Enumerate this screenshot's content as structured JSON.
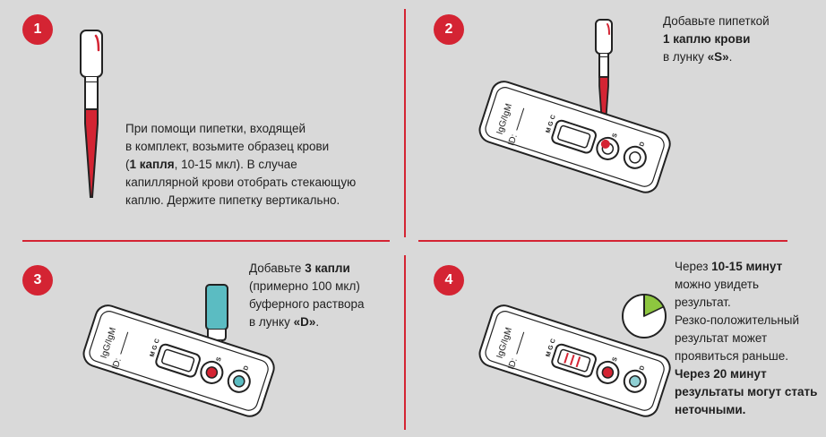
{
  "accent_color": "#d42433",
  "steps": [
    {
      "number": "1",
      "lines": [
        [
          {
            "t": "При помощи пипетки, входящей",
            "b": false
          }
        ],
        [
          {
            "t": "в комплект, возьмите образец крови",
            "b": false
          }
        ],
        [
          {
            "t": "(",
            "b": false
          },
          {
            "t": "1 капля",
            "b": true
          },
          {
            "t": ", 10-15 мкл). В случае",
            "b": false
          }
        ],
        [
          {
            "t": "капиллярной крови отобрать стекающую",
            "b": false
          }
        ],
        [
          {
            "t": "каплю. Держите пипетку вертикально.",
            "b": false
          }
        ]
      ]
    },
    {
      "number": "2",
      "lines": [
        [
          {
            "t": "Добавьте пипеткой",
            "b": false
          }
        ],
        [
          {
            "t": "1 каплю крови",
            "b": true
          }
        ],
        [
          {
            "t": "в лунку ",
            "b": false
          },
          {
            "t": "«S»",
            "b": true
          },
          {
            "t": ".",
            "b": false
          }
        ]
      ]
    },
    {
      "number": "3",
      "lines": [
        [
          {
            "t": "Добавьте ",
            "b": false
          },
          {
            "t": "3 капли",
            "b": true
          }
        ],
        [
          {
            "t": "(примерно 100 мкл)",
            "b": false
          }
        ],
        [
          {
            "t": "буферного раствора",
            "b": false
          }
        ],
        [
          {
            "t": "в лунку ",
            "b": false
          },
          {
            "t": "«D»",
            "b": true
          },
          {
            "t": ".",
            "b": false
          }
        ]
      ]
    },
    {
      "number": "4",
      "lines": [
        [
          {
            "t": "Через ",
            "b": false
          },
          {
            "t": "10-15 минут",
            "b": true
          }
        ],
        [
          {
            "t": "можно увидеть",
            "b": false
          }
        ],
        [
          {
            "t": "результат.",
            "b": false
          }
        ],
        [
          {
            "t": "Резко-положительный",
            "b": false
          }
        ],
        [
          {
            "t": "результат может",
            "b": false
          }
        ],
        [
          {
            "t": "проявиться раньше.",
            "b": false
          }
        ],
        [
          {
            "t": "Через 20 минут",
            "b": true
          }
        ],
        [
          {
            "t": "результаты могут стать",
            "b": true
          }
        ],
        [
          {
            "t": "неточными.",
            "b": true
          }
        ]
      ]
    }
  ],
  "cassette": {
    "brand_text": "IgG/IgM",
    "id_text": "ID:",
    "line_marks": [
      "C",
      "G",
      "M"
    ],
    "well_s": "S",
    "well_d": "D"
  },
  "icons": [
    "pipette-icon",
    "test-cassette-icon",
    "buffer-bottle-icon",
    "timer-icon"
  ]
}
